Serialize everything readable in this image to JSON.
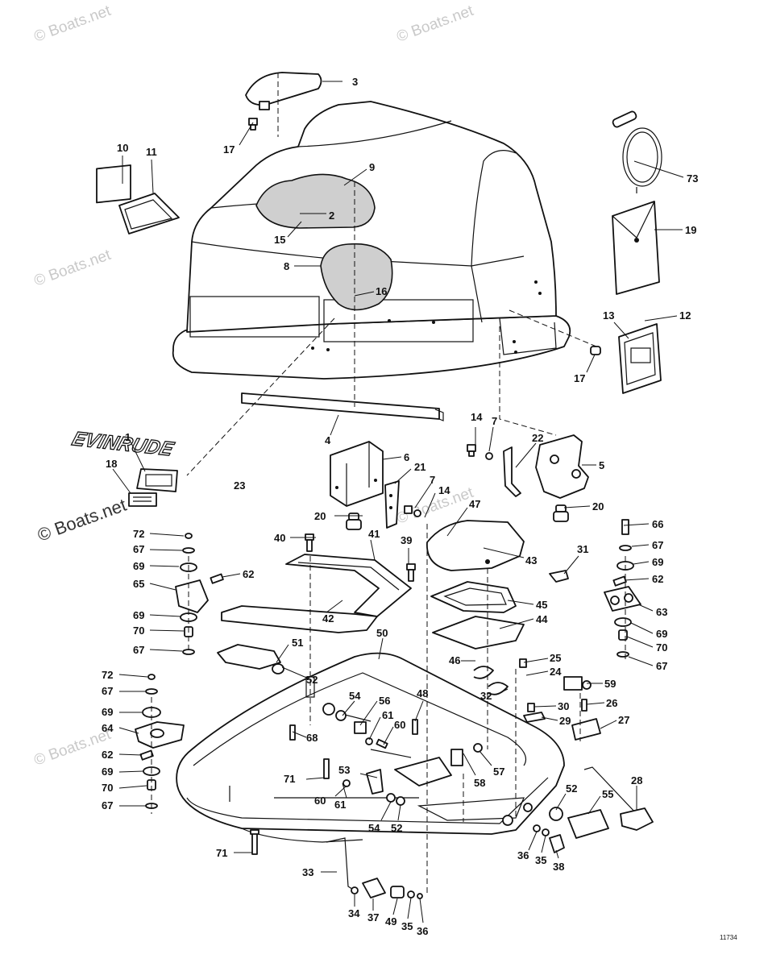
{
  "watermark": {
    "small": "© Boats.net",
    "large": "© Boats.net"
  },
  "logo_text": "EVINRUDE",
  "drawing_code": "11734",
  "callouts": [
    "1",
    "2",
    "3",
    "4",
    "5",
    "6",
    "7",
    "8",
    "9",
    "10",
    "11",
    "12",
    "13",
    "14",
    "15",
    "16",
    "17",
    "18",
    "19",
    "20",
    "21",
    "22",
    "23",
    "24",
    "25",
    "26",
    "27",
    "28",
    "29",
    "30",
    "31",
    "32",
    "33",
    "34",
    "35",
    "36",
    "37",
    "38",
    "39",
    "40",
    "41",
    "42",
    "43",
    "44",
    "45",
    "46",
    "47",
    "48",
    "49",
    "50",
    "51",
    "52",
    "53",
    "54",
    "55",
    "56",
    "57",
    "58",
    "59",
    "60",
    "61",
    "62",
    "63",
    "64",
    "65",
    "66",
    "67",
    "68",
    "69",
    "70",
    "71",
    "72",
    "73"
  ]
}
